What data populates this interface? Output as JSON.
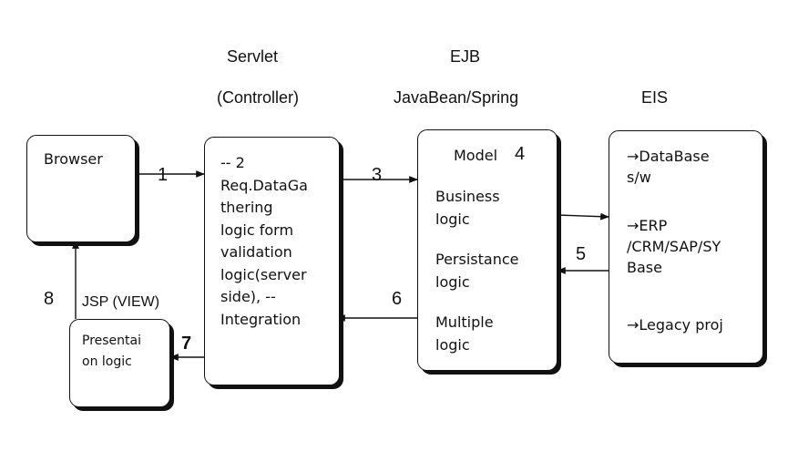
{
  "headers": {
    "servlet": "Servlet",
    "controller": "(Controller)",
    "ejb": "EJB",
    "javabean_spring": "JavaBean/Spring",
    "eis": "EIS"
  },
  "browser": {
    "label": "Browser"
  },
  "controller_box": {
    "lines": [
      "-- 2",
      "Req.DataGa",
      "thering",
      "logic form",
      "validation",
      "logic(server",
      "side), --",
      "Integration"
    ]
  },
  "model_box": {
    "title": "Model",
    "number": "4",
    "items": [
      [
        "Business",
        "logic"
      ],
      [
        "Persistance",
        "logic"
      ],
      [
        "Multiple",
        "logic"
      ]
    ]
  },
  "eis_box": {
    "items": [
      [
        "→DataBase",
        "s/w"
      ],
      [
        "→ERP",
        "/CRM/SAP/SY",
        "Base"
      ],
      [
        "→Legacy proj"
      ]
    ]
  },
  "view_box": {
    "label": "JSP (VIEW)",
    "lines": [
      "Presentai",
      "on logic"
    ]
  },
  "steps": {
    "s1": "1",
    "s3": "3",
    "s5": "5",
    "s6": "6",
    "s7": "7",
    "s8": "8"
  }
}
